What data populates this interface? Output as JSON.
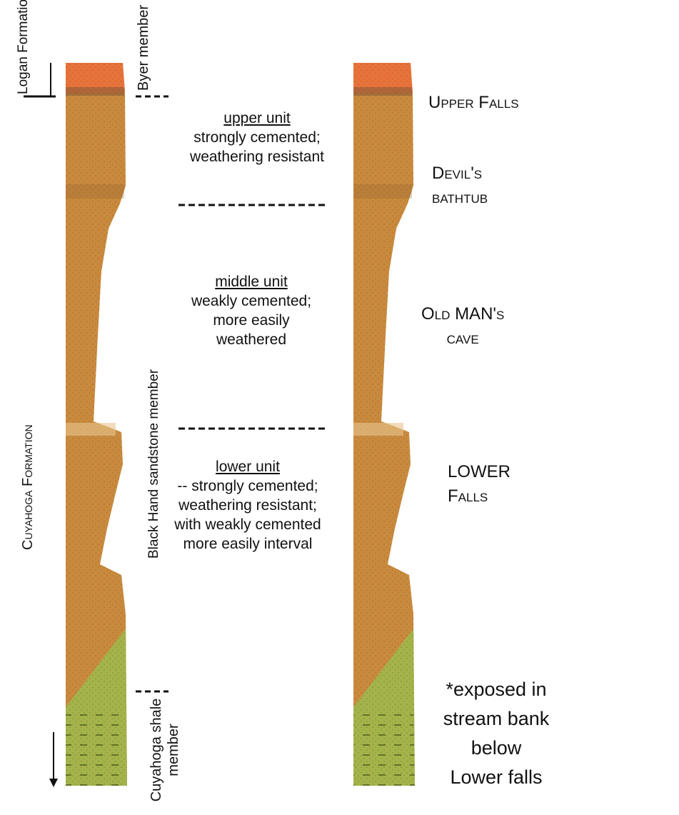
{
  "left_labels": {
    "logan_formation": "Logan Formation",
    "byer_member": "Byer member",
    "cuyahoga_formation": "Cuyahoga Formation",
    "black_hand": "Black Hand sandstone member",
    "cuyahoga_shale": "Cuyahoga shale member"
  },
  "units": [
    {
      "title": "upper unit",
      "lines": [
        "strongly cemented;",
        "weathering resistant"
      ]
    },
    {
      "title": "middle unit",
      "lines": [
        "weakly cemented;",
        "more easily",
        "weathered"
      ]
    },
    {
      "title": "lower unit",
      "lines": [
        "-- strongly cemented;",
        "weathering resistant;",
        "with weakly cemented",
        "more easily interval"
      ]
    }
  ],
  "sites": {
    "upper_falls": "Upper Falls",
    "devils_bathtub": [
      "Devil's",
      "bathtub"
    ],
    "old_mans_cave": [
      "Old MAN's",
      "cave"
    ],
    "lower_falls": [
      "LOWER",
      "Falls"
    ],
    "exposed": [
      "*exposed in",
      "stream bank",
      "below",
      "Lower falls"
    ]
  },
  "colors": {
    "logan": "#e8733a",
    "sandstone": "#c98a3e",
    "shale": "#a3b44a"
  }
}
